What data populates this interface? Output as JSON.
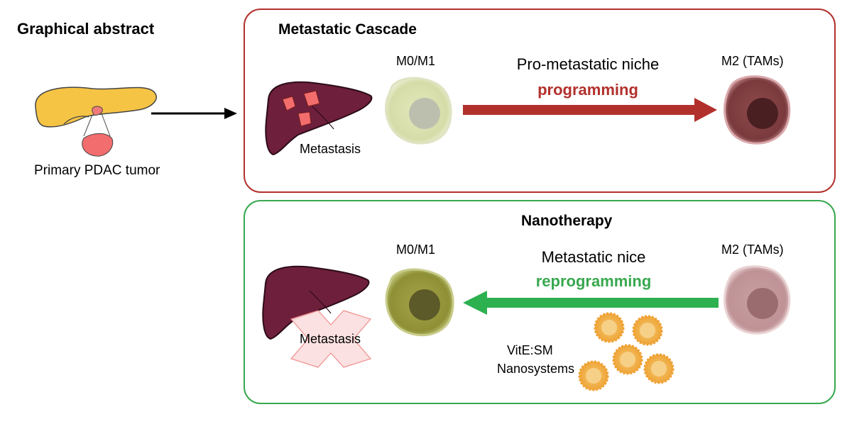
{
  "title": "Graphical abstract",
  "primary": {
    "label": "Primary PDAC tumor"
  },
  "cascade": {
    "heading": "Metastatic Cascade",
    "m0_label": "M0/M1",
    "m2_label": "M2 (TAMs)",
    "arrow_line1": "Pro-metastatic niche",
    "arrow_line2": "programming",
    "metastasis_label": "Metastasis",
    "color": "#b2302c"
  },
  "nanotherapy": {
    "heading": "Nanotherapy",
    "m0_label": "M0/M1",
    "m2_label": "M2 (TAMs)",
    "arrow_line1": "Metastatic nice",
    "arrow_line2": "reprogramming",
    "metastasis_label": "Metastasis",
    "nano_line1": "VitE:SM",
    "nano_line2": "Nanosystems",
    "color": "#38a84f"
  }
}
